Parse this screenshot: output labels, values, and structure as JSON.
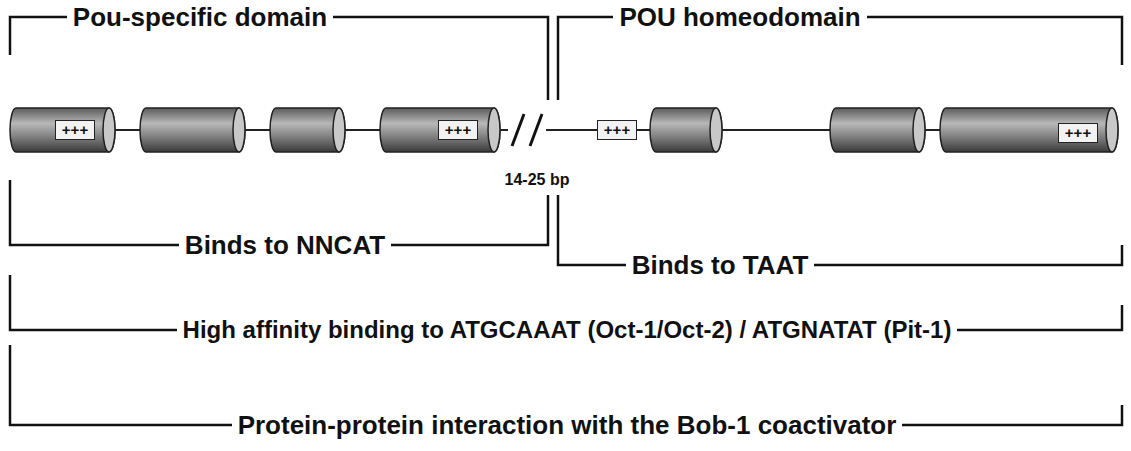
{
  "diagram": {
    "nodes": [
      {
        "text": [
          "+++"
        ]
      },
      {
        "text": [
          "+++"
        ]
      },
      {
        "text": [
          "+++"
        ]
      },
      {
        "text": [
          "+++"
        ]
      }
    ],
    "labels": [
      "Pou-specific domain",
      "POU homeodomain",
      "14-25 bp",
      "Binds to NNCAT",
      "Binds to TAAT",
      "High affinity binding to ATGCAAAT (Oct-1/Oct-2) / ATGNATAT (Pit-1)",
      "Protein-protein interaction with the Bob-1 coactivator"
    ]
  }
}
